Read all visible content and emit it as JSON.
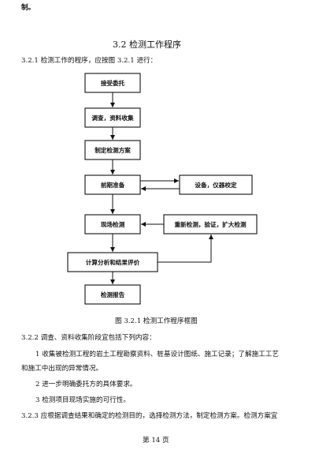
{
  "page": {
    "top_fragment": "制。",
    "section_heading": "3.2  检测工作程序",
    "p321": "3.2.1  检测工作的程序，应按图 3.2.1 进行：",
    "figure_caption": "图 3.2.1  检测工作程序框图",
    "p322": "3.2.2  调查、资料收集阶段宜包括下列内容：",
    "item1_line1": "1  收集被检测工程的岩土工程勘察资料、桩基设计图纸、施工记录；了解施工工艺",
    "item1_line2": "和施工中出现的异常情况。",
    "item2": "2  进一步明确委托方的具体要求。",
    "item3": "3  检测项目现场实施的可行性。",
    "p323": "3.2.3  应根据调查结果和确定的检测目的，选择检测方法，制定检测方案。检测方案宜",
    "page_number": "第 14 页"
  },
  "flowchart": {
    "nodes": {
      "accept": "接受委托",
      "survey": "调查，资料收集",
      "plan": "制定检测方案",
      "prep": "前期准备",
      "equip": "设备，仪器校定",
      "field": "现场检测",
      "retest": "重新检测，验证，扩大检测",
      "analysis": "计算分析和结果评价",
      "report": "检测报告"
    }
  }
}
